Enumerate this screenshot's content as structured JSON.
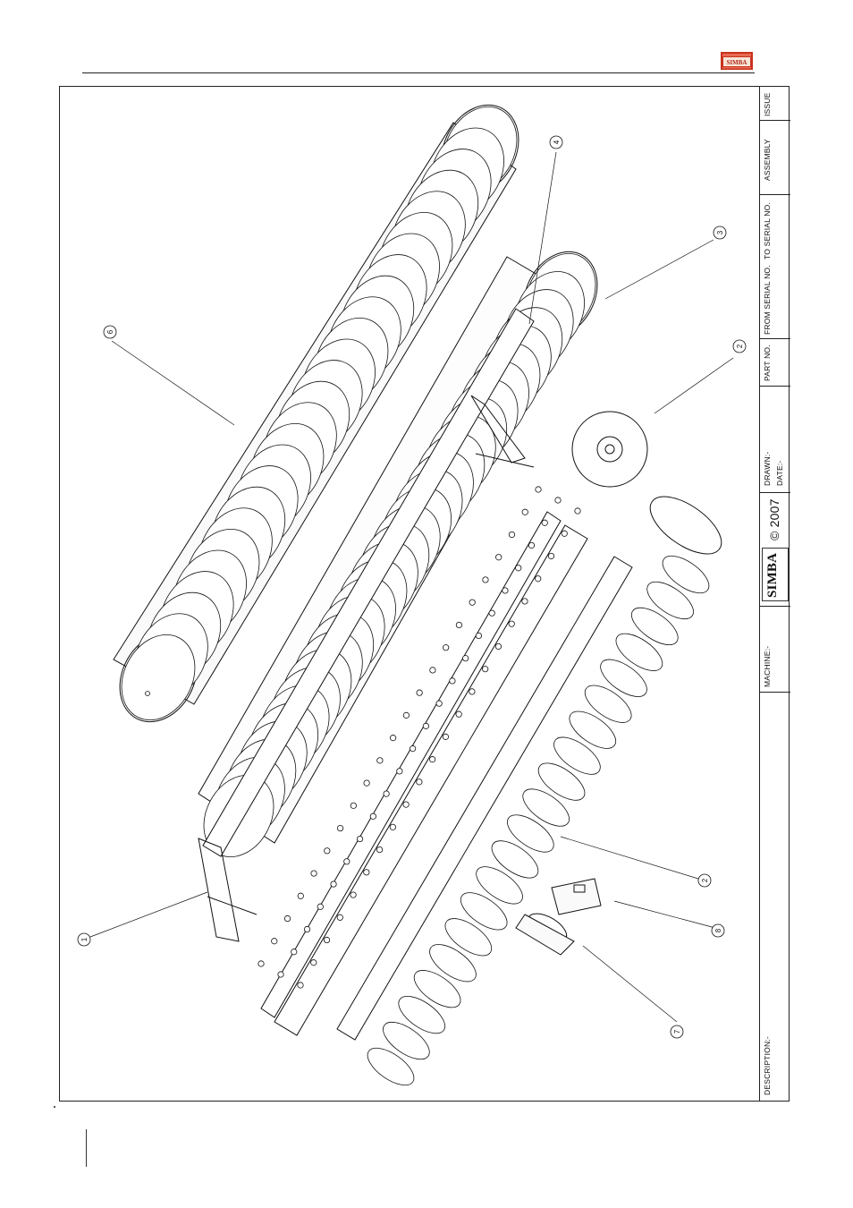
{
  "header": {
    "brand_logo": "SIMBA"
  },
  "title_block": {
    "issue_label": "ISSUE",
    "assembly_label": "ASSEMBLY",
    "to_serial_label": "TO SERIAL NO.",
    "from_serial_label": "FROM SERIAL NO.",
    "part_no_label": "PART NO.",
    "drawn_label": "DRAWN:-",
    "date_label": "DATE:-",
    "logo_text": "SIMBA",
    "copyright": "© 2007",
    "machine_label": "MACHINE:-",
    "description_label": "DESCRIPTION:-"
  },
  "callouts": {
    "c1": "1",
    "c2a": "2",
    "c2b": "2",
    "c3": "3",
    "c4": "4",
    "c6": "6",
    "c7": "7",
    "c8": "8"
  }
}
